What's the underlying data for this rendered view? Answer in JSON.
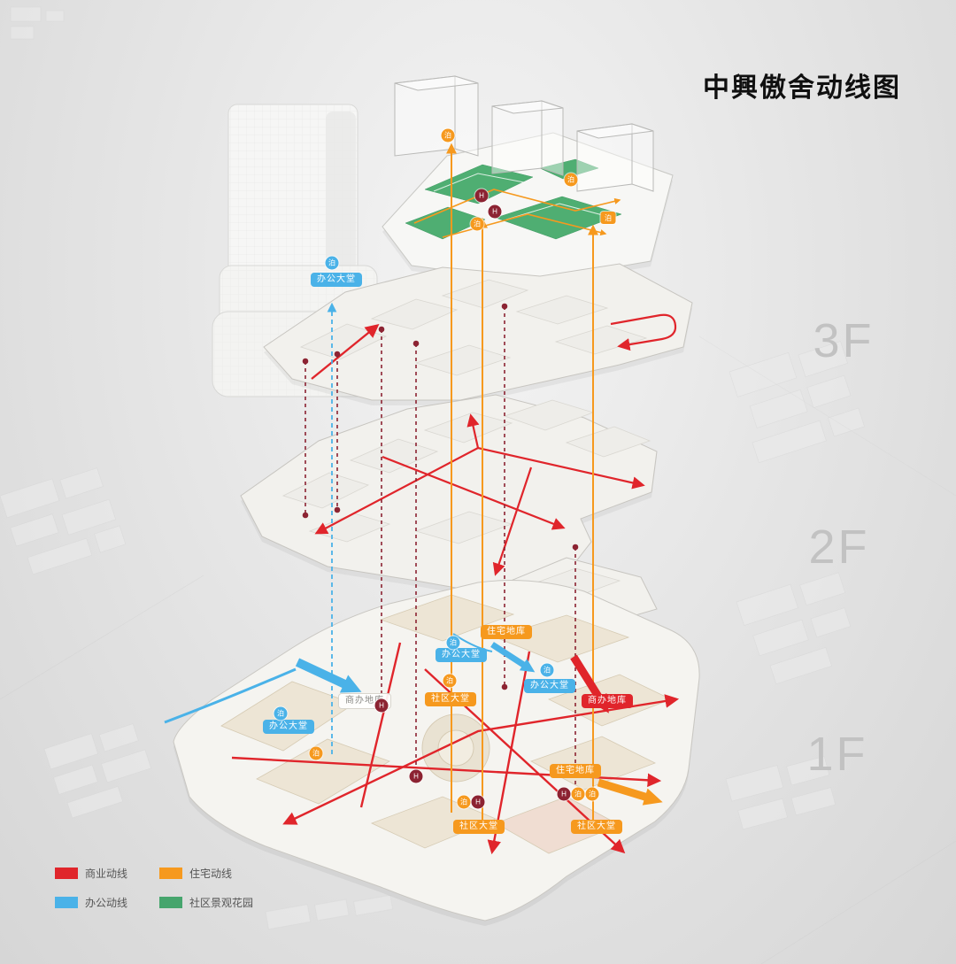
{
  "title": "中興傲舍动线图",
  "floors": [
    {
      "label": "3F"
    },
    {
      "label": "2F"
    },
    {
      "label": "1F"
    }
  ],
  "legend": {
    "items": [
      {
        "label": "商业动线",
        "color": "#e0252b"
      },
      {
        "label": "住宅动线",
        "color": "#f6991e"
      },
      {
        "label": "办公动线",
        "color": "#4ab2e8"
      },
      {
        "label": "社区景观花园",
        "color": "#46a56d"
      }
    ]
  },
  "labels": {
    "office_lobby": "办公大堂",
    "community_lobby": "社区大堂",
    "residential_garage": "住宅地库",
    "commercial_office_garage": "商办地库"
  },
  "icons": {
    "parking": "泊",
    "elevator": "H"
  }
}
